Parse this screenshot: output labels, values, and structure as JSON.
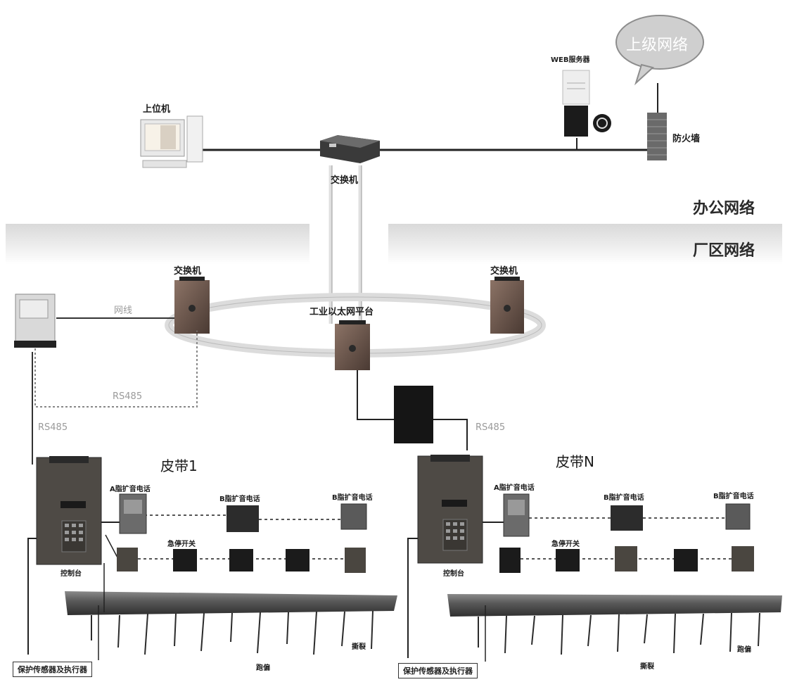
{
  "cloud": {
    "text": "上级网络"
  },
  "office": {
    "host_label": "上位机",
    "web_server_label": "WEB服务器",
    "firewall_label": "防火墙",
    "switch_label": "交换机",
    "zone_label": "办公网络"
  },
  "plant": {
    "zone_label": "厂区网络",
    "switch_left_label": "交换机",
    "switch_right_label": "交换机",
    "platform_label": "工业以太网平台",
    "link_label": "网线",
    "rs485_left_top": "RS485",
    "rs485_left": "RS485",
    "rs485_right": "RS485"
  },
  "belts": [
    {
      "title": "皮带1",
      "phone_a": "A脂扩音电话",
      "phone_b": "B脂扩音电话",
      "phone_b2": "B脂扩音电话",
      "estop": "急停开关",
      "console": "控制台",
      "sensor_box": "保护传感器及执行器",
      "bottom_tag_1": "跑偏",
      "bottom_tag_2": "撕裂"
    },
    {
      "title": "皮带N",
      "phone_a": "A脂扩音电话",
      "phone_b": "B脂扩音电话",
      "phone_b2": "B脂扩音电话",
      "estop": "急停开关",
      "console": "控制台",
      "sensor_box": "保护传感器及执行器",
      "bottom_tag_1": "撕裂",
      "bottom_tag_2": "跑偏"
    }
  ]
}
